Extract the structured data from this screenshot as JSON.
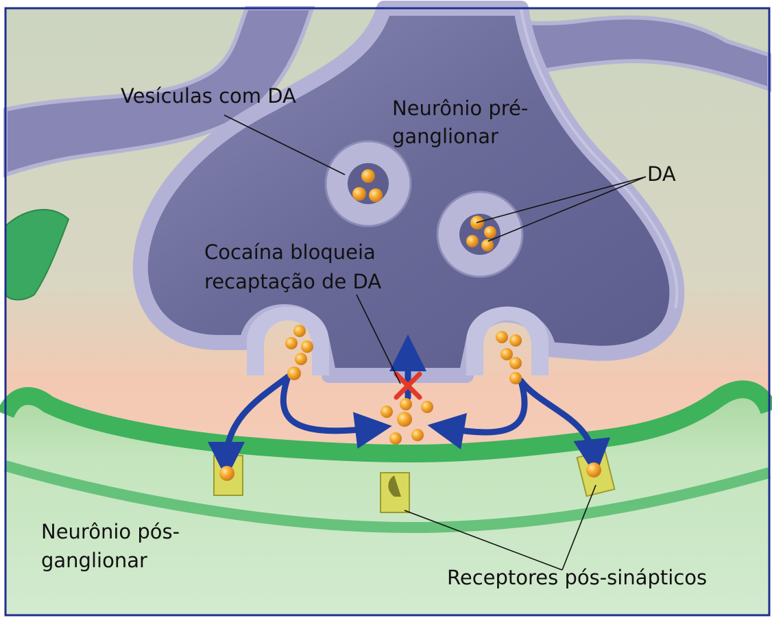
{
  "labels": {
    "vesicles": "Vesículas com DA",
    "pre_neuron_line1": "Neurônio pré-",
    "pre_neuron_line2": "ganglionar",
    "da": "DA",
    "cocaine_line1": "Cocaína bloqueia",
    "cocaine_line2": "recaptação de DA",
    "post_neuron_line1": "Neurônio pós-",
    "post_neuron_line2": "ganglionar",
    "receptors": "Receptores pós-sinápticos"
  },
  "colors": {
    "background_top": "#c6d2bd",
    "synaptic_cleft": "#f2cbb6",
    "presynaptic_fill": "#6e6d9c",
    "presynaptic_membrane": "#a9a8cc",
    "postsynaptic_fill": "#cfe6c5",
    "postsynaptic_membrane": "#3fb25c",
    "dopamine": "#f3a024",
    "arrow": "#1f3fa3",
    "block_mark": "#e23a2a",
    "receptor": "#d9d95e",
    "frame": "#1f2d8f"
  }
}
